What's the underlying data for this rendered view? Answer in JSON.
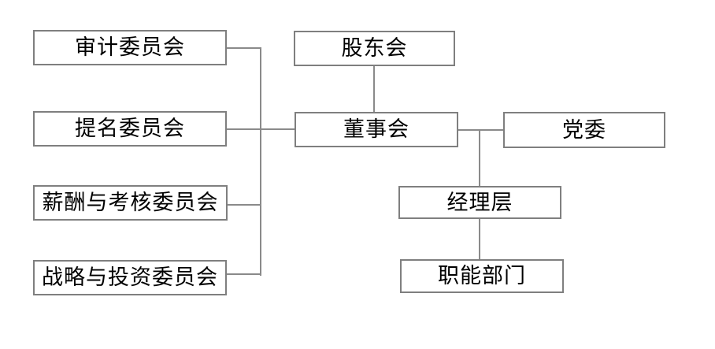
{
  "diagram": {
    "type": "org-chart",
    "nodes": [
      {
        "id": "audit_committee",
        "label": "审计委员会"
      },
      {
        "id": "nomination_committee",
        "label": "提名委员会"
      },
      {
        "id": "remuneration_committee",
        "label": "薪酬与考核委员会"
      },
      {
        "id": "strategy_committee",
        "label": "战略与投资委员会"
      },
      {
        "id": "shareholders_meeting",
        "label": "股东会"
      },
      {
        "id": "board_of_directors",
        "label": "董事会"
      },
      {
        "id": "party_committee",
        "label": "党委"
      },
      {
        "id": "management_level",
        "label": "经理层"
      },
      {
        "id": "functional_departments",
        "label": "职能部门"
      }
    ],
    "edges": [
      {
        "from": "shareholders_meeting",
        "to": "board_of_directors"
      },
      {
        "from": "board_of_directors",
        "to": "party_committee"
      },
      {
        "from": "board_of_directors",
        "to": "management_level"
      },
      {
        "from": "management_level",
        "to": "functional_departments"
      },
      {
        "from": "board_of_directors",
        "to": "audit_committee"
      },
      {
        "from": "board_of_directors",
        "to": "nomination_committee"
      },
      {
        "from": "board_of_directors",
        "to": "remuneration_committee"
      },
      {
        "from": "board_of_directors",
        "to": "strategy_committee"
      }
    ]
  },
  "colors": {
    "background": "#ffffff",
    "node_border": "#7f7f7f",
    "connector": "#8a8a8a",
    "text": "#000000"
  }
}
